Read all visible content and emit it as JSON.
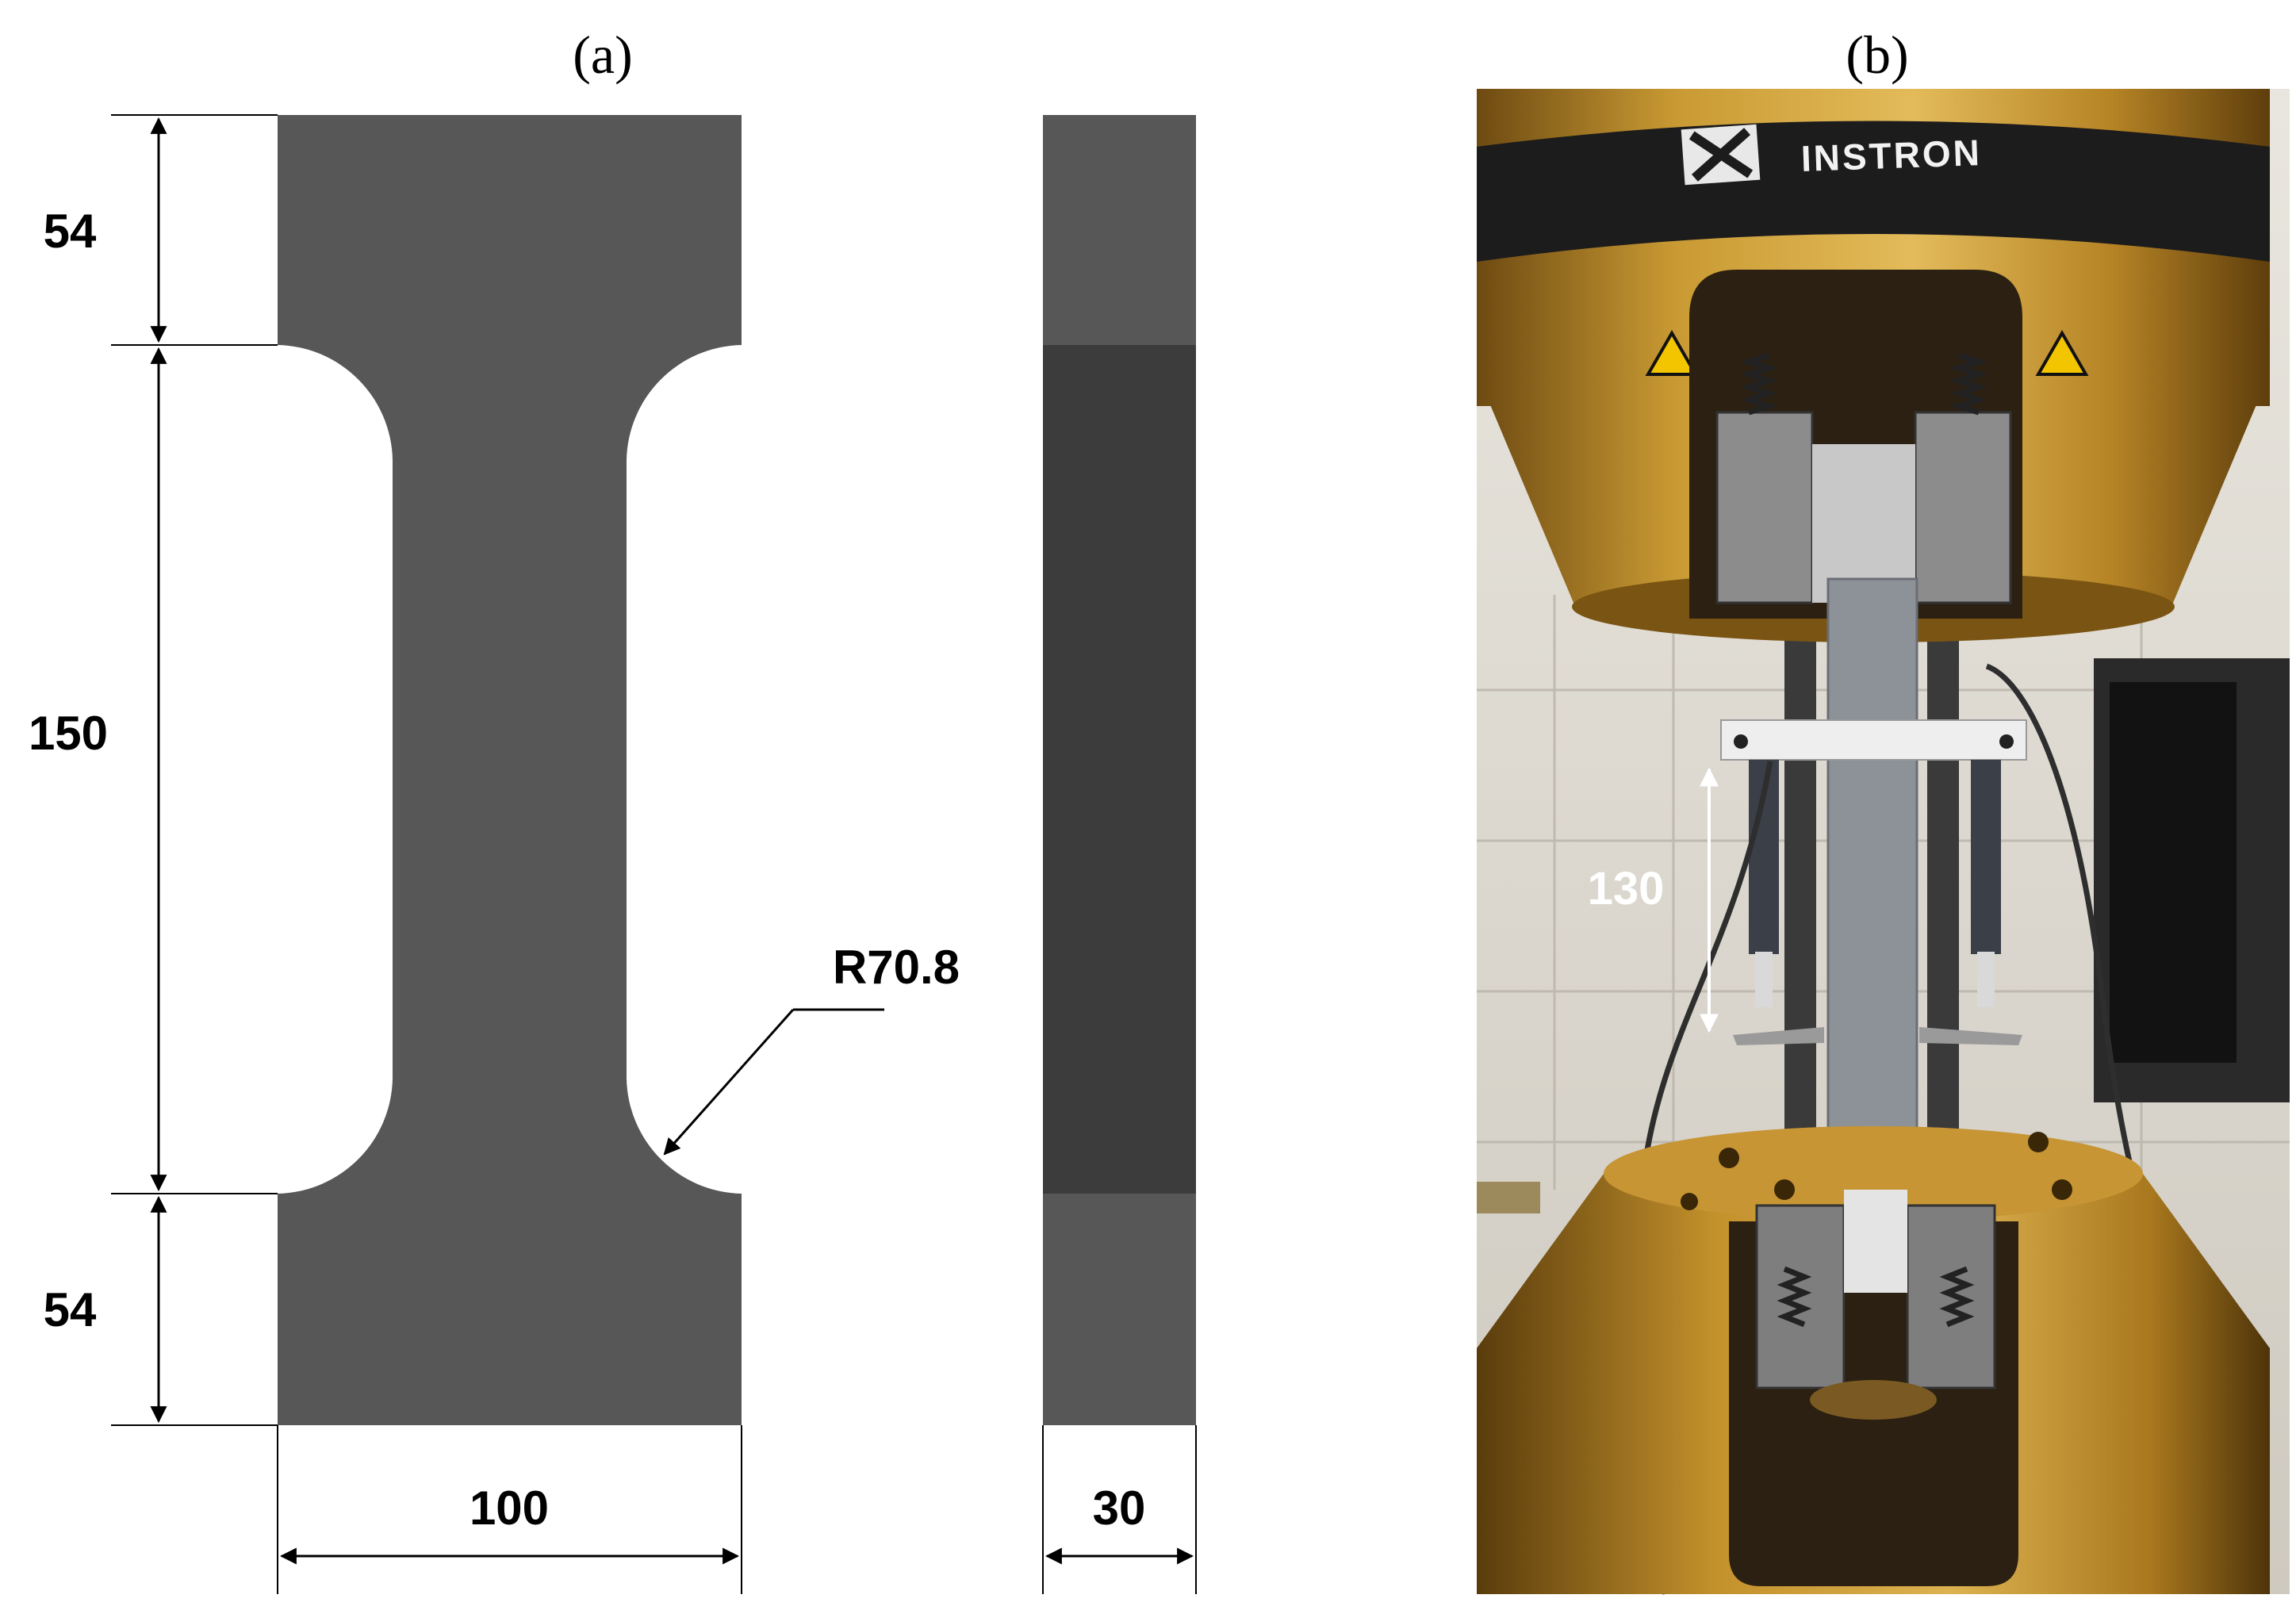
{
  "panels": {
    "a_label": "(a)",
    "b_label": "(b)"
  },
  "drawing": {
    "dim_top": "54",
    "dim_middle": "150",
    "dim_bottom": "54",
    "dim_width": "100",
    "dim_thickness": "30",
    "radius_label": "R70.8"
  },
  "photo": {
    "brand": "INSTRON",
    "gauge_length": "130"
  },
  "colors": {
    "specimen": "#575757",
    "specimen_side_dark": "#3c3c3c",
    "brass": "#c99a33",
    "brass_dark": "#8a6218",
    "tape": "#1c1c1c"
  }
}
